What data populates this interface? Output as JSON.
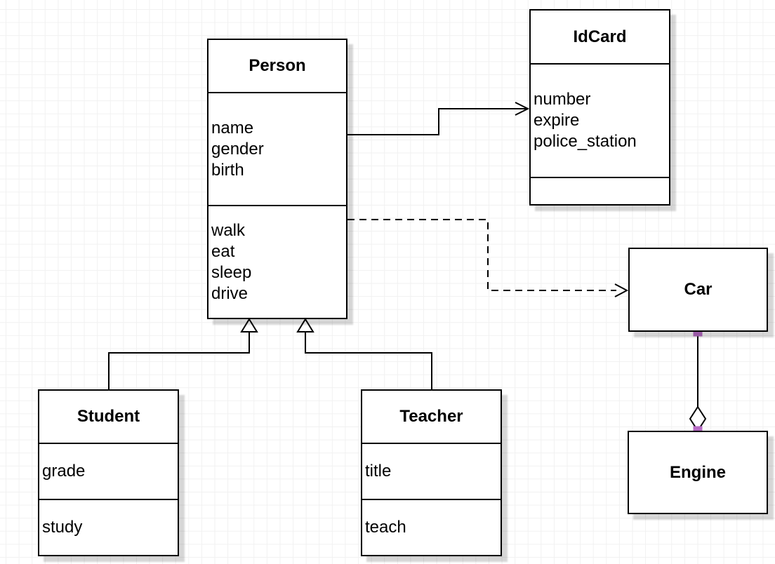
{
  "diagram": {
    "kind": "uml-class-diagram",
    "classes": {
      "person": {
        "title": "Person",
        "attributes": [
          "name",
          "gender",
          "birth"
        ],
        "methods": [
          "walk",
          "eat",
          "sleep",
          "drive"
        ]
      },
      "idcard": {
        "title": "IdCard",
        "attributes": [
          "number",
          "expire",
          "police_station"
        ],
        "methods": []
      },
      "student": {
        "title": "Student",
        "attributes": [
          "grade"
        ],
        "methods": [
          "study"
        ]
      },
      "teacher": {
        "title": "Teacher",
        "attributes": [
          "title"
        ],
        "methods": [
          "teach"
        ]
      },
      "car": {
        "title": "Car",
        "attributes": [],
        "methods": []
      },
      "engine": {
        "title": "Engine",
        "attributes": [],
        "methods": []
      }
    },
    "relationships": [
      {
        "from": "Person",
        "to": "IdCard",
        "type": "association",
        "line": "solid",
        "arrow": "open"
      },
      {
        "from": "Person",
        "to": "Car",
        "type": "dependency",
        "line": "dashed",
        "arrow": "open"
      },
      {
        "from": "Student",
        "to": "Person",
        "type": "generalization",
        "line": "solid",
        "arrow": "hollow-triangle"
      },
      {
        "from": "Teacher",
        "to": "Person",
        "type": "generalization",
        "line": "solid",
        "arrow": "hollow-triangle"
      },
      {
        "from": "Car",
        "to": "Engine",
        "type": "aggregation",
        "line": "solid",
        "arrow": "hollow-diamond",
        "selected": true
      }
    ],
    "colors": {
      "box_fill": "#ffffff",
      "box_border": "#000000",
      "text": "#000000",
      "shadow": "#d6d6d6",
      "grid_line": "#f1f1f1",
      "endpoint_handle": "#b76bc5"
    }
  }
}
